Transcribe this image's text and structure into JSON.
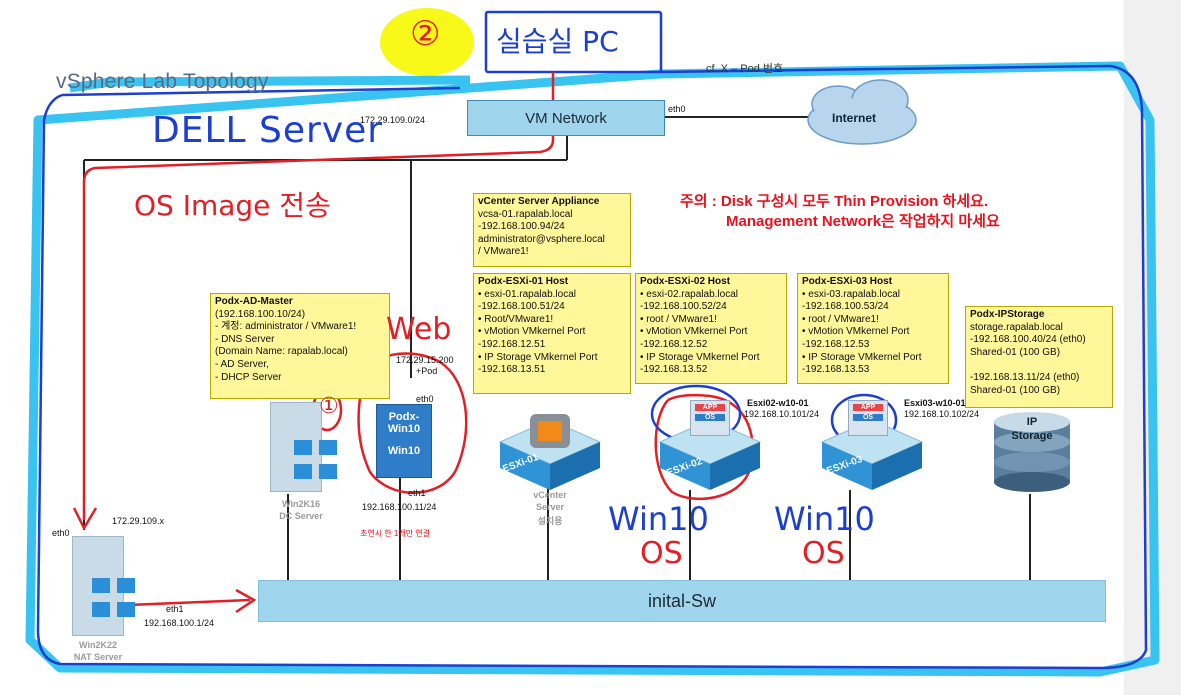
{
  "title": "vSphere Lab Topology",
  "header_note": "cf. X – Pod 번호",
  "vm_network": {
    "label": "VM Network",
    "eth": "eth0",
    "subnet": "172.29.109.0/24"
  },
  "internet": {
    "label": "Internet"
  },
  "warning": {
    "line1": "주의 : Disk 구성시  모두 Thin Provision 하세요.",
    "line2": "Management Network은 작업하지 마세요"
  },
  "vcenter_box": {
    "title": "vCenter Server Appliance",
    "lines": [
      "vcsa-01.rapalab.local",
      " -192.168.100.94/24",
      "administrator@vsphere.local",
      "/ VMware1!"
    ]
  },
  "esxi01_box": {
    "title": "Podx-ESXi-01 Host",
    "lines": [
      "• esxi-01.rapalab.local",
      " -192.168.100.51/24",
      "• Root/VMware1!",
      "• vMotion VMkernel Port",
      " -192.168.12.51",
      "• IP Storage VMkernel Port",
      " -192.168.13.51"
    ]
  },
  "esxi02_box": {
    "title": "Podx-ESXi-02 Host",
    "lines": [
      "• esxi-02.rapalab.local",
      " -192.168.100.52/24",
      "• root / VMware1!",
      "• vMotion VMkernel Port",
      " -192.168.12.52",
      "• IP Storage VMkernel Port",
      " -192.168.13.52"
    ]
  },
  "esxi03_box": {
    "title": "Podx-ESXi-03 Host",
    "lines": [
      "• esxi-03.rapalab.local",
      " -192.168.100.53/24",
      "• root / VMware1!",
      "• vMotion VMkernel Port",
      " -192.168.12.53",
      "• IP Storage VMkernel Port",
      " -192.168.13.53"
    ]
  },
  "ad_box": {
    "title": "Podx-AD-Master",
    "lines": [
      "(192.168.100.10/24)",
      " - 계정: administrator / VMware1!",
      " - DNS Server",
      "   (Domain Name: rapalab.local)",
      " - AD Server,",
      " - DHCP Server"
    ]
  },
  "storage_box": {
    "title": "Podx-IPStorage",
    "lines": [
      "storage.rapalab.local",
      " -192.168.100.40/24 (eth0)",
      "Shared-01 (100 GB)",
      "",
      " -192.168.13.11/24 (eth0)",
      "Shared-01 (100 GB)"
    ]
  },
  "nodes": {
    "win2k16": {
      "caption1": "Win2K16",
      "caption2": "DC Server"
    },
    "win10vm": {
      "label1": "Podx-",
      "label2": "Win10",
      "label3": "Win10",
      "ip_top": "172.29.15.200",
      "ip_top2": "+Pod",
      "eth0": "eth0",
      "eth1": "eth1",
      "ip_bottom": "192.168.100.11/24"
    },
    "vcenter": {
      "caption1": "vCenter",
      "caption2": "Server",
      "caption3": "설치용",
      "chip": "ESXi-01"
    },
    "esxi02": {
      "chip": "ESXi-02",
      "vm_name": "Esxi02-w10-01",
      "vm_ip": "192.168.10.101/24"
    },
    "esxi03": {
      "chip": "ESXi-03",
      "vm_name": "Esxi03-w10-01",
      "vm_ip": "192.168.10.102/24"
    },
    "storage": {
      "label1": "IP",
      "label2": "Storage"
    },
    "nat": {
      "eth0": "eth0",
      "ip0": "172.29.109.x",
      "eth1": "eth1",
      "ip1": "192.168.100.1/24",
      "caption1": "Win2K22",
      "caption2": "NAT Server"
    }
  },
  "app_badge": "APP",
  "os_badge": "OS",
  "win10_note": "초연시 한 1개만 연결",
  "inital_sw": "inital-Sw",
  "annotations": {
    "circle2": "②",
    "lab_pc": "실습실 PC",
    "dell": "DELL Server",
    "os_image": "OS Image 전송",
    "web": "Web",
    "circle1": "①",
    "win10_a": "Win10",
    "os_a": "OS",
    "win10_b": "Win10",
    "os_b": "OS"
  },
  "colors": {
    "vm_network_fill": "#9fd6ee",
    "note_yellow": "#fff79a",
    "warning_red": "#e8111d",
    "pen_blue": "#1c3fcf",
    "pen_red": "#e21f26",
    "highlight_blue": "#2ec0f0",
    "highlight_yellow": "#f7f700"
  }
}
